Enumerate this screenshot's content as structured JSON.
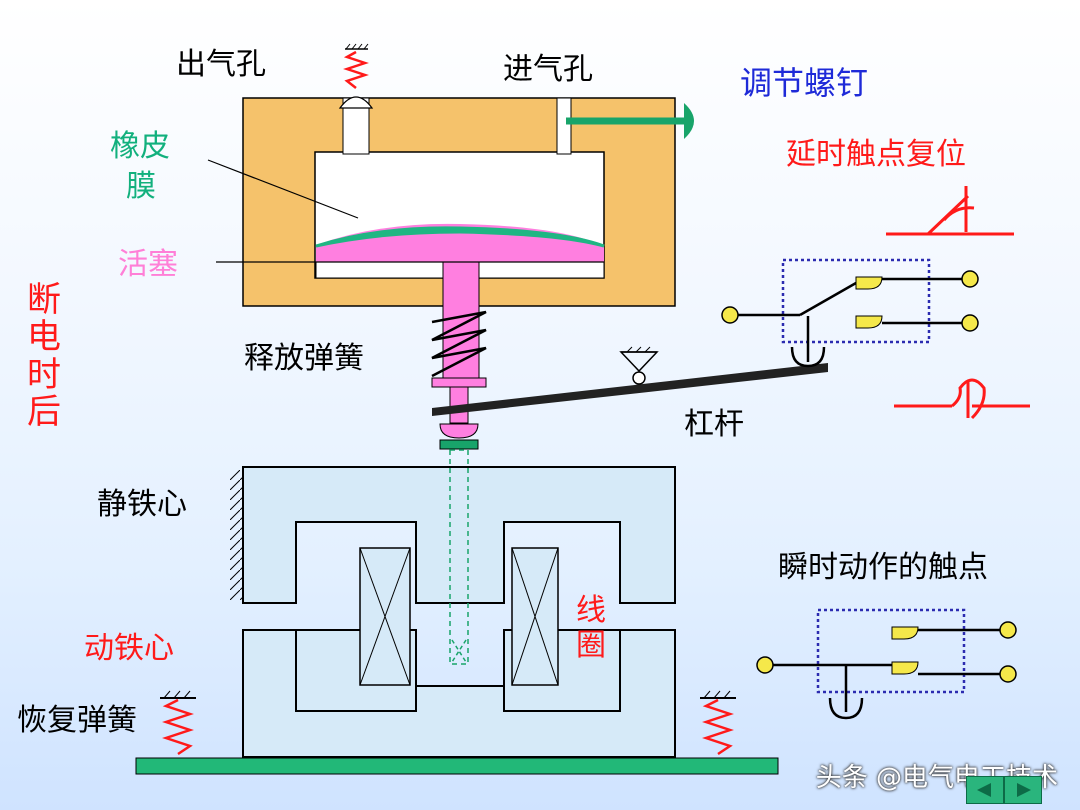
{
  "labels": {
    "outlet_hole": "出气孔",
    "inlet_hole": "进气孔",
    "adjust_screw": "调节螺钉",
    "rubber_membrane_1": "橡皮",
    "rubber_membrane_2": "膜",
    "piston": "活塞",
    "delayed_contact_reset": "延时触点复位",
    "power_off_after": "断电时后",
    "release_spring": "释放弹簧",
    "lever": "杠杆",
    "static_core": "静铁心",
    "instant_contacts": "瞬时动作的触点",
    "coil": "线圈",
    "moving_core": "动铁心",
    "return_spring": "恢复弹簧"
  },
  "watermark": "头条 @电气电工技术",
  "colors": {
    "chamber": "#f5c26b",
    "piston": "#ff7fe0",
    "membrane": "#1fb683",
    "iron_core": "#d6eaf8",
    "base_plate": "#22b878",
    "contact": "#f5e84a",
    "dotted_box": "#2b2bb0"
  }
}
